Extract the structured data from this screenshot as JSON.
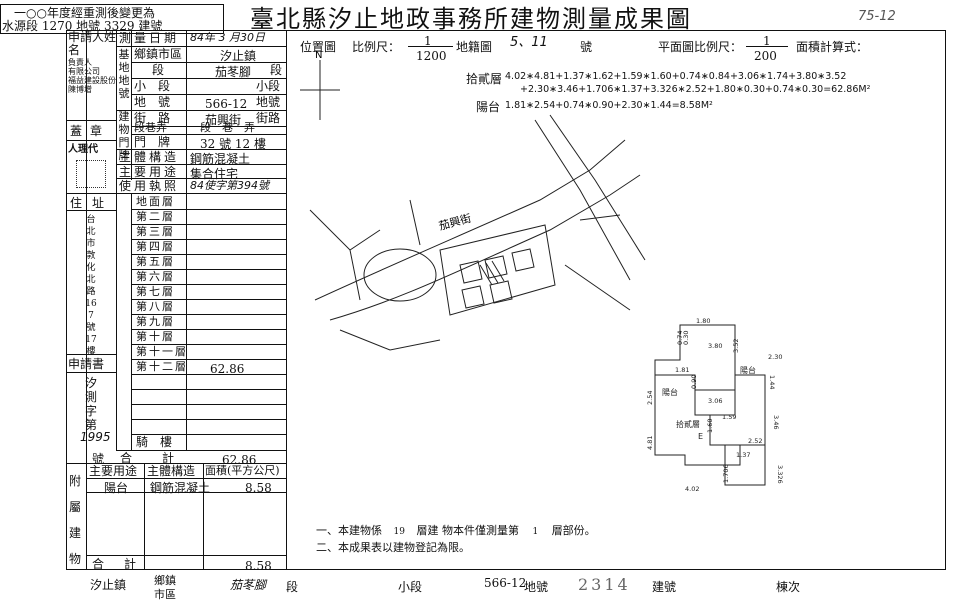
{
  "header": {
    "change_note_line1": "一○○年度經重測後變更為",
    "change_note_line2": "水源段 1270 地號 3329 建號",
    "title": "臺北縣汐止地政事務所建物測量成果圖",
    "corner_mark": "75-12"
  },
  "left": {
    "applicant_label": "申請人姓名",
    "applicant_values": [
      "負責人",
      "有限公司",
      "福益建設股份",
      "陳博增"
    ],
    "seal_label": "蓋章",
    "agent_label": "人理代",
    "address_label": "住址",
    "address_value": "台北市敦化北路167號17樓",
    "app_no_label": "申請書",
    "app_no_value": "汐測字第",
    "app_no_num": "1995",
    "app_no_suffix": "號"
  },
  "info": {
    "survey_date_label": "測量日期",
    "survey_date_value": "84年 3 月30日",
    "site_label": "基地地號",
    "town_label": "鄉鎮市區",
    "town_value": "汐止鎮",
    "section_label": "段",
    "section_value": "茄苳腳",
    "section_suffix": "段",
    "subsection_label": "小段",
    "subsection_suffix": "小段",
    "lot_label": "地號",
    "lot_value": "566-12",
    "lot_suffix": "地號",
    "door_label": "建物門牌",
    "street_label": "街路",
    "street_value": "茄興街",
    "street_suffix": "街路",
    "lane_label": "段巷弄",
    "lane_value": "段　巷　弄",
    "plate_label": "門牌",
    "plate_value": "32 號 12 樓",
    "structure_label": "主體構造",
    "structure_value": "鋼筋混凝土",
    "use_label": "主要用途",
    "use_value": "集合住宅",
    "license_label": "使用執照",
    "license_value": "84使字第394號"
  },
  "floors": {
    "rows": [
      {
        "label": "地面層",
        "value": ""
      },
      {
        "label": "第二層",
        "value": ""
      },
      {
        "label": "第三層",
        "value": ""
      },
      {
        "label": "第四層",
        "value": ""
      },
      {
        "label": "第五層",
        "value": ""
      },
      {
        "label": "第六層",
        "value": ""
      },
      {
        "label": "第七層",
        "value": ""
      },
      {
        "label": "第八層",
        "value": ""
      },
      {
        "label": "第九層",
        "value": ""
      },
      {
        "label": "第十層",
        "value": ""
      },
      {
        "label": "第十一層",
        "value": ""
      },
      {
        "label": "第十二層",
        "value": "62.86"
      }
    ],
    "arcade_label": "騎樓",
    "total_label": "合計",
    "total_value": "62.86"
  },
  "annex": {
    "side_label": "附屬建物",
    "col_use": "主要用途",
    "col_structure": "主體構造",
    "col_area": "面積(平方公尺)",
    "row_use": "陽台",
    "row_structure": "鋼筋混凝土",
    "row_area": "8.58",
    "total_label": "合計",
    "total_value": "8.58"
  },
  "map": {
    "location_label": "位置圖",
    "scale_label": "比例尺：",
    "scale_num": "1",
    "scale_den": "1200",
    "cadastral_label": "地籍圖",
    "cadastral_value": "5、11",
    "cadastral_suffix": "號",
    "north": "N",
    "street_name": "茄興街",
    "plan_scale_label": "平面圖比例尺：",
    "plan_scale_num": "1",
    "plan_scale_den": "200",
    "area_formula_label": "面積計算式：",
    "formula_12_label": "拾貳層",
    "formula_12_line1": "4.02∗4.81+1.37∗1.62+1.59∗1.60+0.74∗0.84+3.06∗1.74+3.80∗3.52",
    "formula_12_line2": "+2.30∗3.46+1.706∗1.37+3.326∗2.52+1.80∗0.30+0.74∗0.30=62.86M²",
    "formula_bal_label": "陽台",
    "formula_bal": "1.81∗2.54+0.74∗0.90+2.30∗1.44=8.58M²"
  },
  "plan": {
    "dims": [
      "1.80",
      "3.80",
      "3.52",
      "2.30",
      "1.44",
      "2.54",
      "3.06",
      "1.59",
      "1.60",
      "2.52",
      "1.37",
      "3.326",
      "4.81",
      "4.02",
      "3.46",
      "1.706",
      "0.74",
      "0.30",
      "0.90",
      "1.81"
    ],
    "label_balcony": "陽台",
    "label_balcony2": "陽台",
    "label_12f": "拾貳層",
    "label_e": "E"
  },
  "notes": {
    "note1_prefix": "一、本建物係",
    "note1_floors": "19",
    "note1_mid": "層建 物本件僅測量第",
    "note1_floor": "1",
    "note1_suffix": "層部份。",
    "note2": "二、本成果表以建物登記為限。"
  },
  "footer": {
    "town_value": "汐止鎮",
    "town_label1": "鄉鎮",
    "town_label2": "市區",
    "section_value": "茄苳腳",
    "section_label": "段",
    "subsection_label": "小段",
    "lot_value": "566-12",
    "lot_label": "地號",
    "bldg_value": "2314",
    "bldg_label": "建號",
    "unit_label": "棟次"
  }
}
